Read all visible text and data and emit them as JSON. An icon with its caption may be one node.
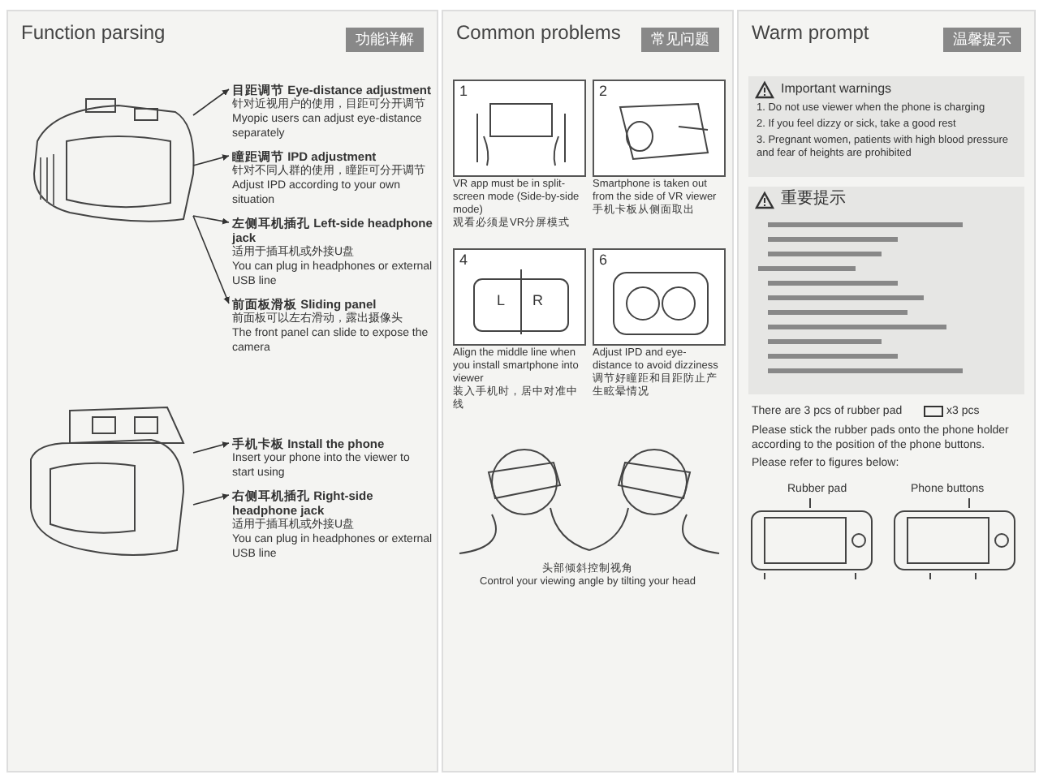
{
  "diagram": {
    "nodes": [
      {
        "text": [
          "Function parsing",
          "功能详解"
        ]
      },
      {
        "text": [],
        "shape": "picture",
        "in": 0
      },
      {
        "text": [
          "目距调节 Eye-distance adjustment",
          "针对近视用户的使用，目距可分开调节",
          "Myopic users can adjust eye-distance separately"
        ],
        "in": 0
      },
      {
        "text": [
          "瞳距调节 IPD adjustment",
          "针对不同人群的使用，瞳距可分开调节",
          "Adjust IPD according to your own situation"
        ],
        "in": 0
      },
      {
        "text": [
          "左侧耳机插孔 Left-side headphone jack",
          "适用于插耳机或外接U盘",
          "You can plug in headphones or external USB line"
        ],
        "in": 0
      },
      {
        "text": [
          "前面板滑板 Sliding panel",
          "前面板可以左右滑动，露出摄像头",
          "The front panel can slide to expose the camera"
        ],
        "in": 0
      },
      {
        "text": [],
        "shape": "picture",
        "in": 0
      },
      {
        "text": [
          "手机卡板 Install the phone",
          "Insert your phone into the viewer to start using"
        ],
        "in": 0
      },
      {
        "text": [
          "右侧耳机插孔 Right-side headphone jack",
          "适用于插耳机或外接U盘",
          "You can plug in headphones or external USB line"
        ],
        "in": 0
      },
      {
        "text": [
          "Common problems",
          "常见问题"
        ]
      },
      {
        "text": [
          "1"
        ],
        "beside": [
          "VR app must be in split-screen mode (Side-by-side mode)",
          "观看必须是VR分屏模式"
        ],
        "in": 9
      },
      {
        "text": [
          "2"
        ],
        "beside": [
          "Smartphone is taken out from the side of VR viewer",
          "手机卡板从侧面取出"
        ],
        "in": 9
      },
      {
        "text": [
          "4",
          "L",
          "R"
        ],
        "beside": [
          "Align the middle line when you install smartphone into viewer",
          "装入手机时，居中对准中线"
        ],
        "in": 9
      },
      {
        "text": [
          "6"
        ],
        "beside": [
          "Adjust IPD and eye-distance to avoid dizziness",
          "调节好瞳距和目距防止产生眩晕情况"
        ],
        "in": 9
      },
      {
        "text": [
          "Warm prompt",
          "温馨提示"
        ]
      },
      {
        "text": [
          "Important warnings",
          "1. Do not use viewer when the phone is charging",
          "2. If you feel dizzy or sick, take a good rest",
          "3. Pregnant women, patients with high blood pressure and fear of heights are prohibited"
        ],
        "in": 14
      },
      {
        "text": [
          "重要提示"
        ],
        "in": 14
      }
    ],
    "edges": [
      {
        "from": 1,
        "to": 2,
        "arrow": "to"
      },
      {
        "from": 1,
        "to": 3,
        "arrow": "to"
      },
      {
        "from": 1,
        "to": 4,
        "arrow": "to"
      },
      {
        "from": 1,
        "to": 5,
        "arrow": "to"
      },
      {
        "from": 6,
        "to": 7,
        "arrow": "to"
      },
      {
        "from": 6,
        "to": 8,
        "arrow": "to"
      }
    ],
    "labels": [
      "头部倾斜控制视角",
      "Control your viewing angle by tilting your head",
      "There are 3 pcs of rubber pad",
      "x3 pcs",
      "Please stick the rubber pads onto the phone holder according to the position of the phone buttons.",
      "Please refer to figures below:",
      "Rubber pad",
      "Phone buttons"
    ]
  }
}
